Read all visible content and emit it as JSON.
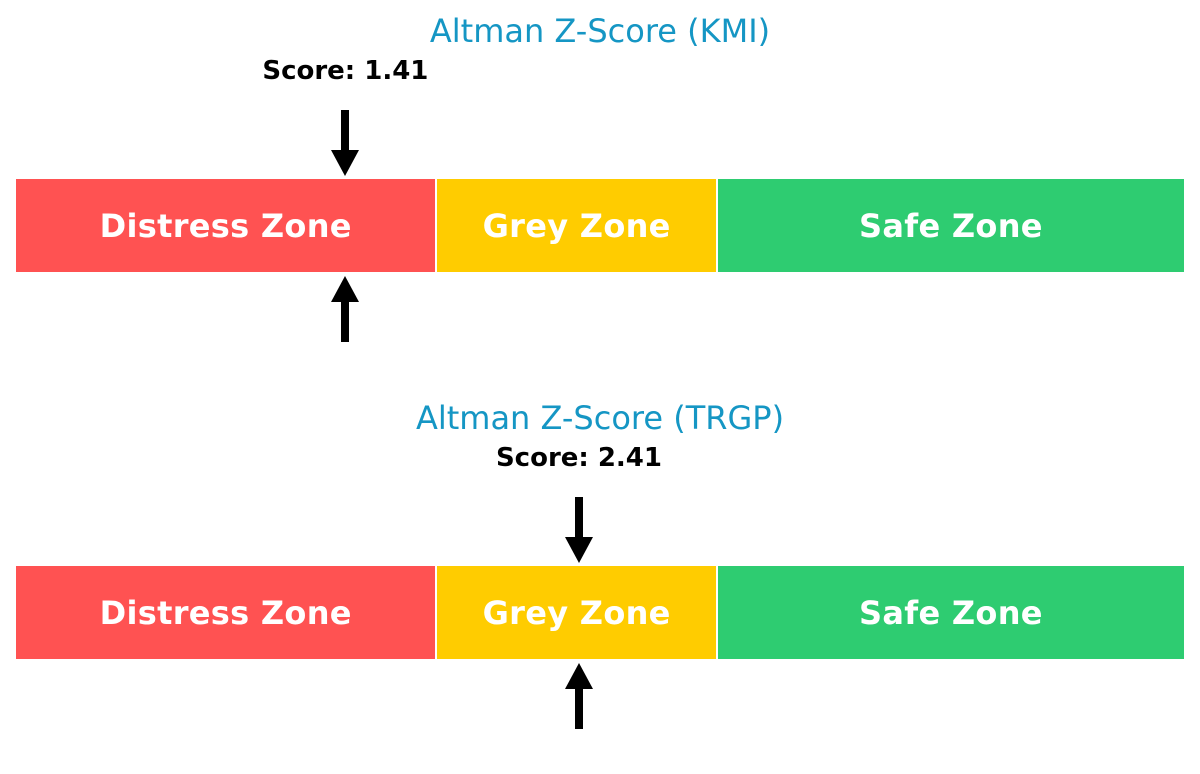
{
  "chart_data": [
    {
      "type": "gauge",
      "title": "Altman Z-Score (KMI)",
      "score_label": "Score: 1.41",
      "score": 1.41,
      "zones": [
        {
          "label": "Distress Zone",
          "color": "#ff5252",
          "from": 0.0,
          "to": 1.8
        },
        {
          "label": "Grey Zone",
          "color": "#ffcc00",
          "from": 1.8,
          "to": 3.0
        },
        {
          "label": "Safe Zone",
          "color": "#2ecc71",
          "from": 3.0,
          "to": 5.0
        }
      ],
      "range": [
        0,
        5
      ]
    },
    {
      "type": "gauge",
      "title": "Altman Z-Score (TRGP)",
      "score_label": "Score: 2.41",
      "score": 2.41,
      "zones": [
        {
          "label": "Distress Zone",
          "color": "#ff5252",
          "from": 0.0,
          "to": 1.8
        },
        {
          "label": "Grey Zone",
          "color": "#ffcc00",
          "from": 1.8,
          "to": 3.0
        },
        {
          "label": "Safe Zone",
          "color": "#2ecc71",
          "from": 3.0,
          "to": 5.0
        }
      ],
      "range": [
        0,
        5
      ]
    }
  ]
}
